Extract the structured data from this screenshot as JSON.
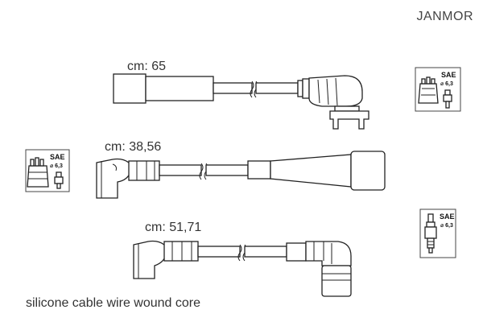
{
  "brand": "JANMOR",
  "footer": "silicone cable wire wound core",
  "cables": [
    {
      "length_label": "cm: 65"
    },
    {
      "length_label": "cm: 38,56"
    },
    {
      "length_label": "cm: 51,71"
    }
  ],
  "badges": {
    "standard": "SAE",
    "diameter": "⌀ 6,3"
  },
  "icons": [
    "distributor-cap-icon",
    "spark-plug-icon"
  ]
}
